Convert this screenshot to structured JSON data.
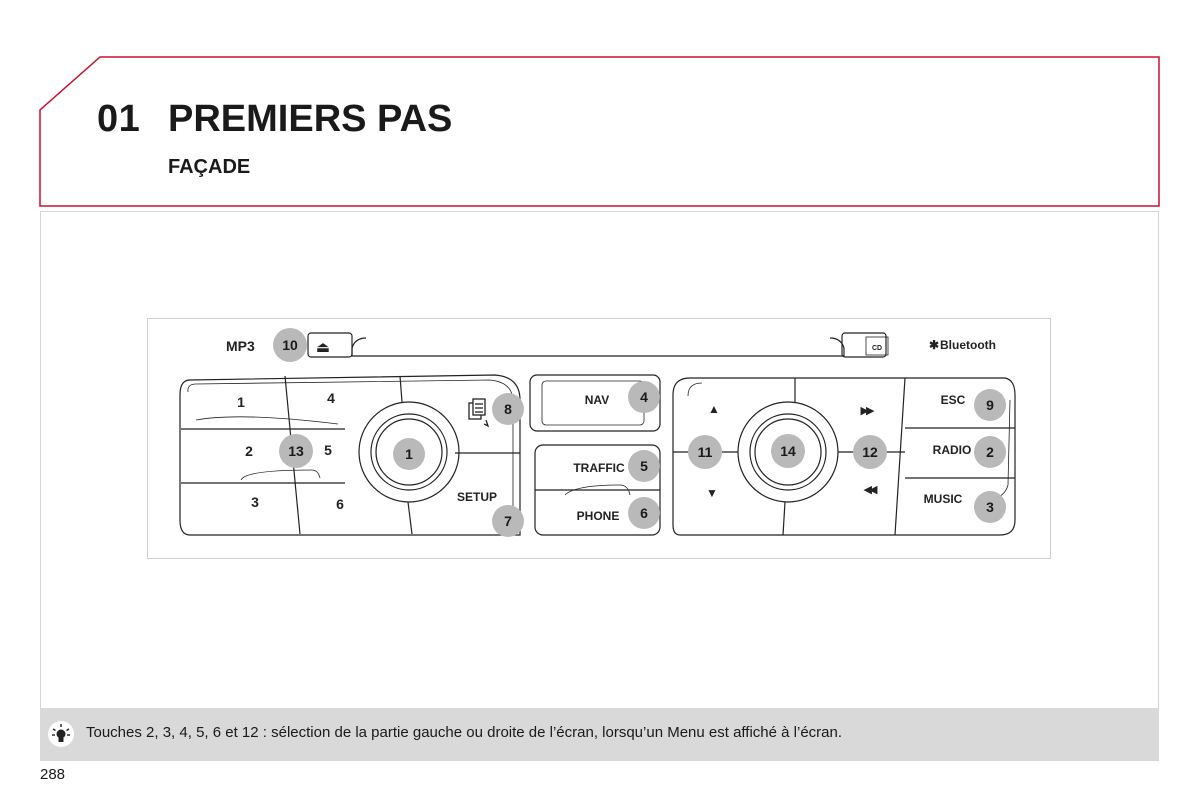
{
  "header": {
    "chapter_number": "01",
    "title": "PREMIERS PAS",
    "subtitle": "FAÇADE"
  },
  "panel": {
    "top_labels": {
      "mp3": "MP3",
      "bluetooth": "Bluetooth"
    },
    "eject_symbol": "⏏",
    "keypad": [
      "1",
      "2",
      "3",
      "4",
      "5",
      "6"
    ],
    "buttons": {
      "setup": "SETUP",
      "nav": "NAV",
      "traffic": "TRAFFIC",
      "phone": "PHONE",
      "esc": "ESC",
      "radio": "RADIO",
      "music": "MUSIC"
    },
    "arrow_symbols": {
      "up": "▲",
      "down": "▼",
      "forward": "▶▶",
      "rewind": "◀◀"
    },
    "callouts": {
      "c1": "1",
      "c2": "2",
      "c3": "3",
      "c4": "4",
      "c5": "5",
      "c6": "6",
      "c7": "7",
      "c8": "8",
      "c9": "9",
      "c10": "10",
      "c11": "11",
      "c12": "12",
      "c13": "13",
      "c14": "14"
    },
    "callout_color": "#b9b9b9"
  },
  "tip": {
    "icon": "lightbulb-icon",
    "text": "Touches 2, 3, 4, 5, 6 et 12 : sélection de la partie gauche ou droite de l’écran, lorsqu’un Menu est affiché à l’écran."
  },
  "footer": {
    "page_number": "288"
  },
  "colors": {
    "accent_red": "#c8102e",
    "tip_background": "#d9d9d9"
  }
}
